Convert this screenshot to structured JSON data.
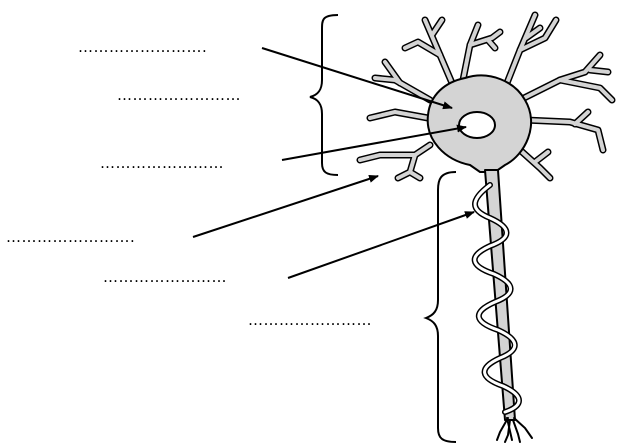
{
  "worksheet": {
    "blanks": [
      {
        "id": "blank-1",
        "text": "……………………."
      },
      {
        "id": "blank-2",
        "text": "……………………"
      },
      {
        "id": "blank-3",
        "text": "……………………"
      },
      {
        "id": "blank-4",
        "text": "……………………."
      },
      {
        "id": "blank-5",
        "text": "……………………"
      },
      {
        "id": "blank-6",
        "text": "……………………"
      }
    ]
  },
  "colors": {
    "cell_fill": "#d4d4d4",
    "stroke": "#000000",
    "background": "#ffffff"
  }
}
